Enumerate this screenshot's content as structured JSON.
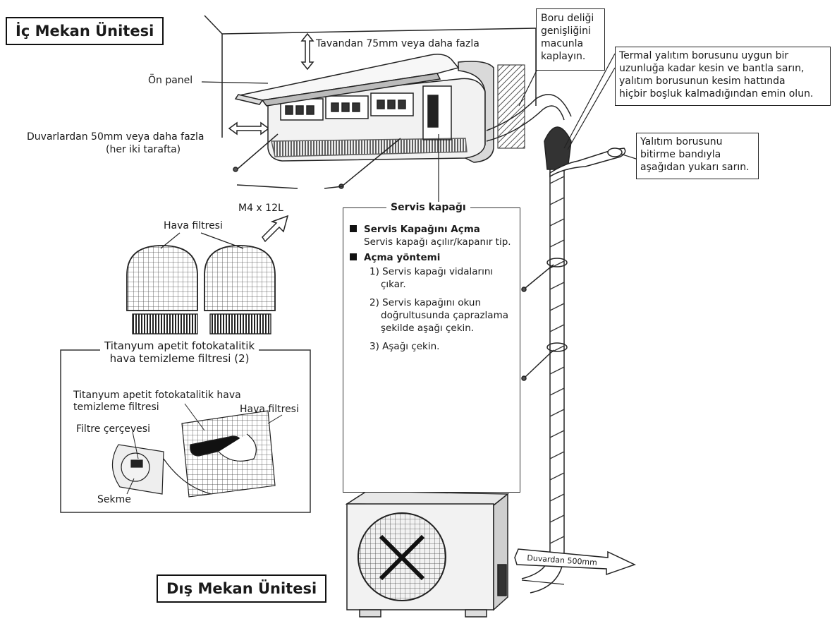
{
  "headings": {
    "indoor": "İç Mekan Ünitesi",
    "outdoor": "Dış Mekan Ünitesi"
  },
  "indoor_labels": {
    "ceiling": "Tavandan 75mm veya daha fazla",
    "front_panel": "Ön panel",
    "walls_line1": "Duvarlardan 50mm veya daha fazla",
    "walls_line2": "(her iki tarafta)",
    "screw": "M4 x 12L",
    "air_filter_top": "Hava filtresi"
  },
  "callouts": {
    "pipe_hole": [
      "Boru deliği",
      "genişliğini",
      "macunla",
      "kaplayın."
    ],
    "thermal": [
      "Termal yalıtım borusunu uygun bir",
      "uzunluğa kadar kesin ve bantla sarın,",
      "yalıtım borusunun kesim hattında",
      "hiçbir boşluk kalmadığından emin olun."
    ],
    "insulation": [
      "Yalıtım borusunu",
      "bitirme bandıyla",
      "aşağıdan yukarı sarın."
    ]
  },
  "filter_panel": {
    "title_line1": "Titanyum apetit fotokatalitik",
    "title_line2": "hava temizleme filtresi (2)",
    "inner_line1": "Titanyum apetit fotokatalitik hava",
    "inner_line2": "temizleme filtresi",
    "air_filter": "Hava filtresi",
    "frame": "Filtre çerçevesi",
    "tab": "Sekme"
  },
  "service_panel": {
    "title": "Servis kapağı",
    "open_heading": "Servis Kapağını Açma",
    "open_desc": "Servis kapağı açılır/kapanır tip.",
    "method_heading": "Açma yöntemi",
    "step1_line1": "1)  Servis kapağı vidalarını",
    "step1_line2": "çıkar.",
    "step2_line1": "2)  Servis kapağını okun",
    "step2_line2": "doğrultusunda çaprazlama",
    "step2_line3": "şekilde aşağı çekin.",
    "step3": "3) Aşağı çekin."
  },
  "outdoor_labels": {
    "wall_distance": "Duvardan 500mm"
  },
  "colors": {
    "line": "#222222",
    "hatch": "#555555",
    "fill_light": "#f2f2f2",
    "fill_mid": "#d9d9d9",
    "fill_dark": "#333333"
  }
}
